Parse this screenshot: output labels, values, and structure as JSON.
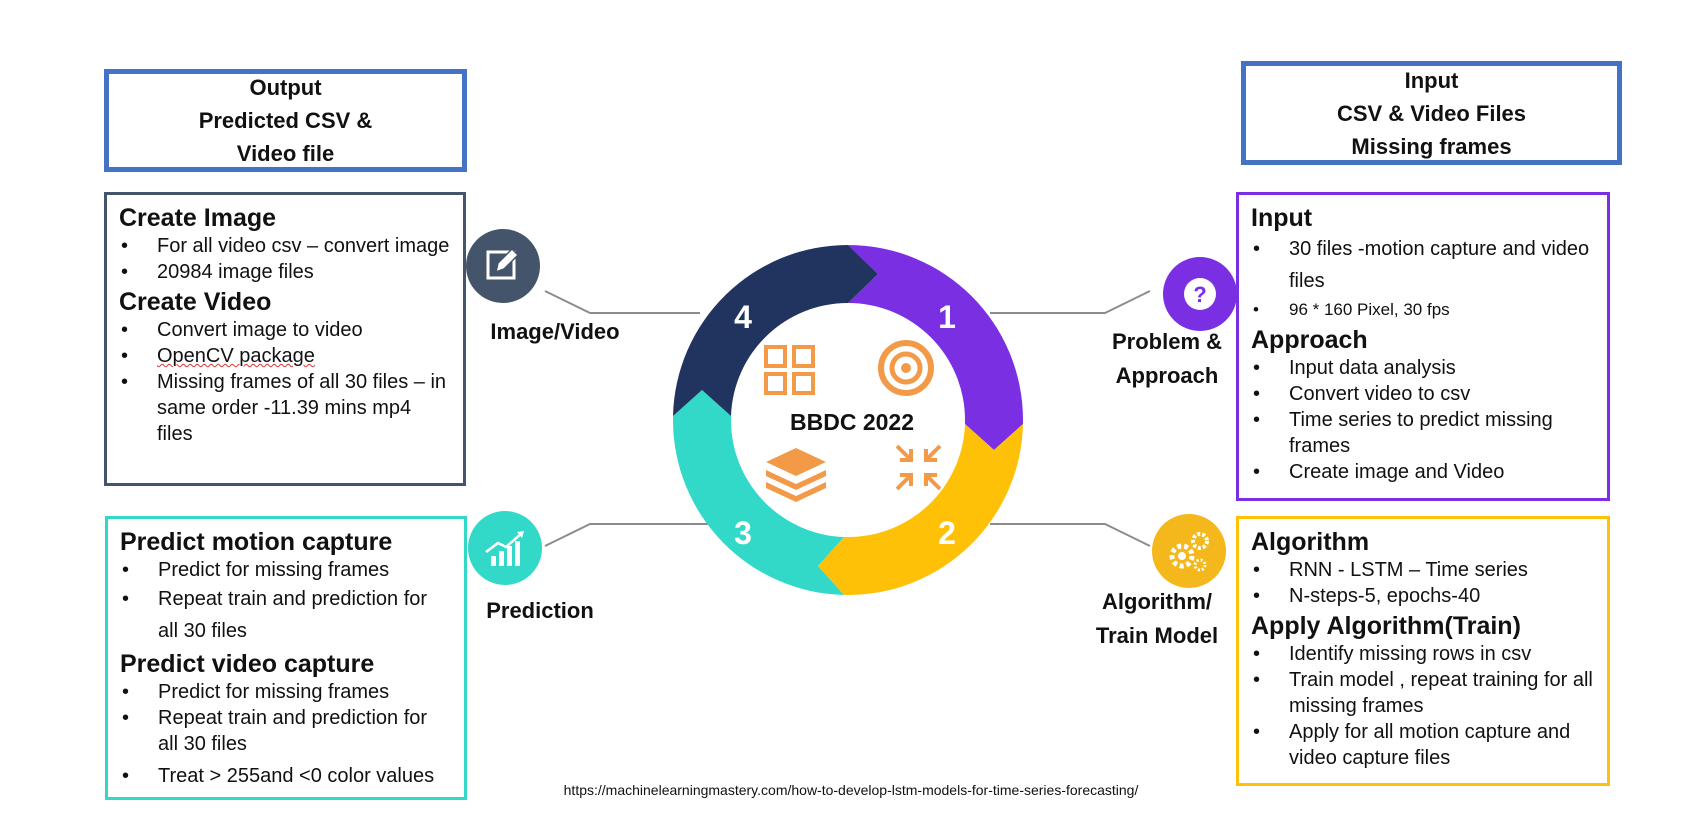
{
  "output_box": {
    "line1": "Output",
    "line2": "Predicted  CSV &",
    "line3": "Video file"
  },
  "input_box": {
    "line1": "Input",
    "line2": "CSV & Video Files",
    "line3": "Missing frames"
  },
  "image_video_box": {
    "title1": "Create Image",
    "items1": [
      "For all video csv – convert image",
      "20984 image files"
    ],
    "title2": "Create Video",
    "items2": [
      "Convert image to video",
      "OpenCV package",
      "Missing frames of all 30 files – in same order -11.39 mins mp4 files"
    ]
  },
  "predict_box": {
    "title1": "Predict motion capture",
    "items1": [
      "Predict for missing frames",
      "Repeat train and prediction for all 30 files"
    ],
    "title2": "Predict video capture",
    "items2": [
      "Predict for missing frames",
      "Repeat train and prediction for all 30 files",
      "Treat > 255and <0 color values"
    ]
  },
  "problem_box": {
    "title1": "Input",
    "items1": [
      "30 files  -motion capture and video files",
      "96 * 160 Pixel, 30 fps"
    ],
    "title2": "Approach",
    "items2": [
      "Input data analysis",
      "Convert video to csv",
      "Time series to predict missing frames",
      "Create image and Video"
    ]
  },
  "algorithm_box": {
    "title1": "Algorithm",
    "items1": [
      "RNN - LSTM – Time series",
      "N-steps-5, epochs-40"
    ],
    "title2": "Apply Algorithm(Train)",
    "items2": [
      "Identify missing rows in csv",
      "Train model , repeat training for all missing frames",
      "Apply for all motion capture and video capture files"
    ]
  },
  "labels": {
    "image_video": "Image/Video",
    "prediction": "Prediction",
    "problem_line1": "Problem &",
    "problem_line2": "Approach",
    "algorithm_line1": "Algorithm/",
    "algorithm_line2": "Train Model"
  },
  "cycle": {
    "center_title": "BBDC 2022",
    "step1": "1",
    "step2": "2",
    "step3": "3",
    "step4": "4"
  },
  "colors": {
    "purple": "#7b2fe3",
    "yellow": "#ffc107",
    "teal": "#33d9c8",
    "navy": "#21345f",
    "slate": "#44546a",
    "orange": "#f39a48",
    "blue_border": "#4472c4"
  },
  "icons": {
    "image_video": "edit-icon",
    "prediction": "chart-growth-icon",
    "problem": "question-icon",
    "algorithm": "gears-icon",
    "center": [
      "grid-icon",
      "target-icon",
      "layers-icon",
      "compress-icon"
    ]
  },
  "footer": {
    "url": "https://machinelearningmastery.com/how-to-develop-lstm-models-for-time-series-forecasting/"
  }
}
